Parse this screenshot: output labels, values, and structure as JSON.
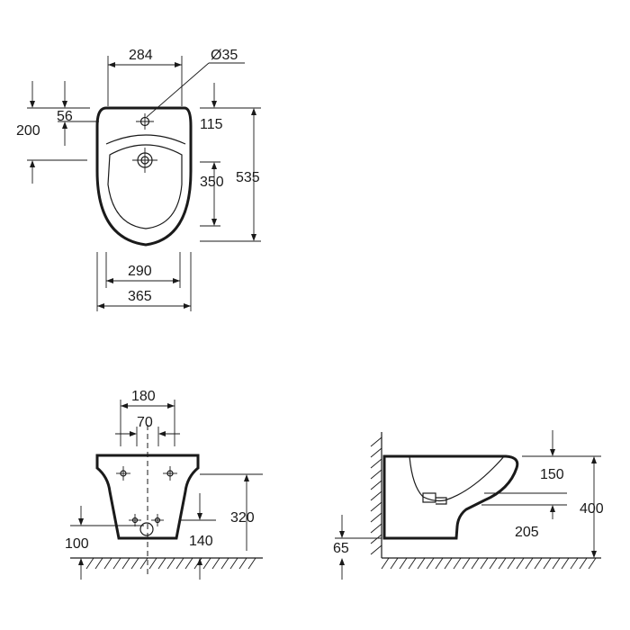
{
  "dimensions": {
    "top_view": {
      "width_284": "284",
      "hole_diameter": "Ø35",
      "offset_56": "56",
      "offset_200": "200",
      "depth_115": "115",
      "depth_350": "350",
      "length_535": "535",
      "width_290": "290",
      "width_365": "365"
    },
    "front_view": {
      "width_180": "180",
      "width_70": "70",
      "height_320": "320",
      "height_100": "100",
      "height_140": "140"
    },
    "side_view": {
      "height_150": "150",
      "height_400": "400",
      "height_205": "205",
      "height_65": "65"
    }
  },
  "colors": {
    "line": "#1a1a1a",
    "background": "#ffffff"
  }
}
